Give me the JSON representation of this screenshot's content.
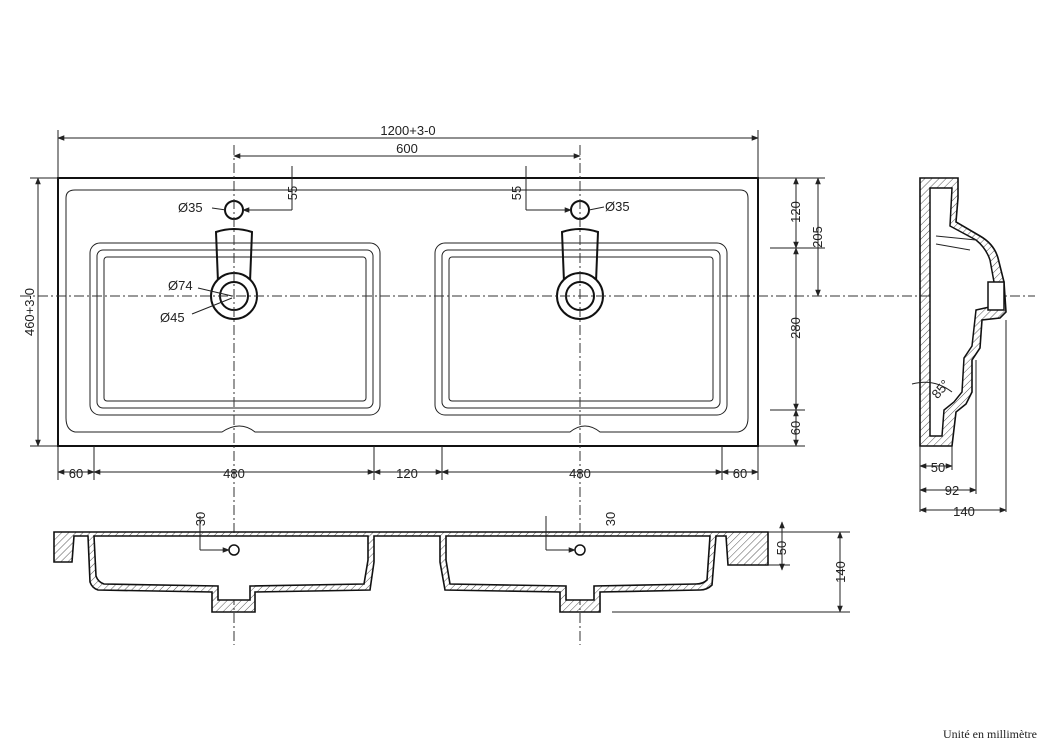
{
  "dimensions": {
    "overall_width": "1200+3-0",
    "tap_spacing": "600",
    "tap_offset_left": "55",
    "tap_offset_right": "55",
    "tap_hole_left": "Ø35",
    "tap_hole_right": "Ø35",
    "drain_outer": "Ø74",
    "drain_inner": "Ø45",
    "overall_depth": "460+3-0",
    "right_120": "120",
    "right_205": "205",
    "right_280": "280",
    "right_60": "60",
    "bottom_left_60": "60",
    "bottom_left_480": "480",
    "bottom_center_120": "120",
    "bottom_right_480": "480",
    "bottom_right_60": "60",
    "front_30_left": "30",
    "front_30_right": "30",
    "front_50": "50",
    "front_140": "140",
    "side_angle": "85°",
    "side_50": "50",
    "side_92": "92",
    "side_140": "140"
  },
  "note": "Unité en millimètre"
}
